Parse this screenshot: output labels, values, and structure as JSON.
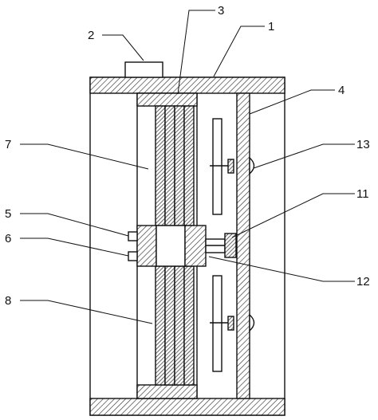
{
  "figure": {
    "labels": [
      {
        "id": "label-1",
        "text": "1"
      },
      {
        "id": "label-2",
        "text": "2"
      },
      {
        "id": "label-3",
        "text": "3"
      },
      {
        "id": "label-4",
        "text": "4"
      },
      {
        "id": "label-5",
        "text": "5"
      },
      {
        "id": "label-6",
        "text": "6"
      },
      {
        "id": "label-7",
        "text": "7"
      },
      {
        "id": "label-8",
        "text": "8"
      },
      {
        "id": "label-11",
        "text": "11"
      },
      {
        "id": "label-12",
        "text": "12"
      },
      {
        "id": "label-13",
        "text": "13"
      }
    ],
    "colors": {
      "line": "#111111",
      "hatch": "#333333",
      "background": "#ffffff"
    }
  }
}
